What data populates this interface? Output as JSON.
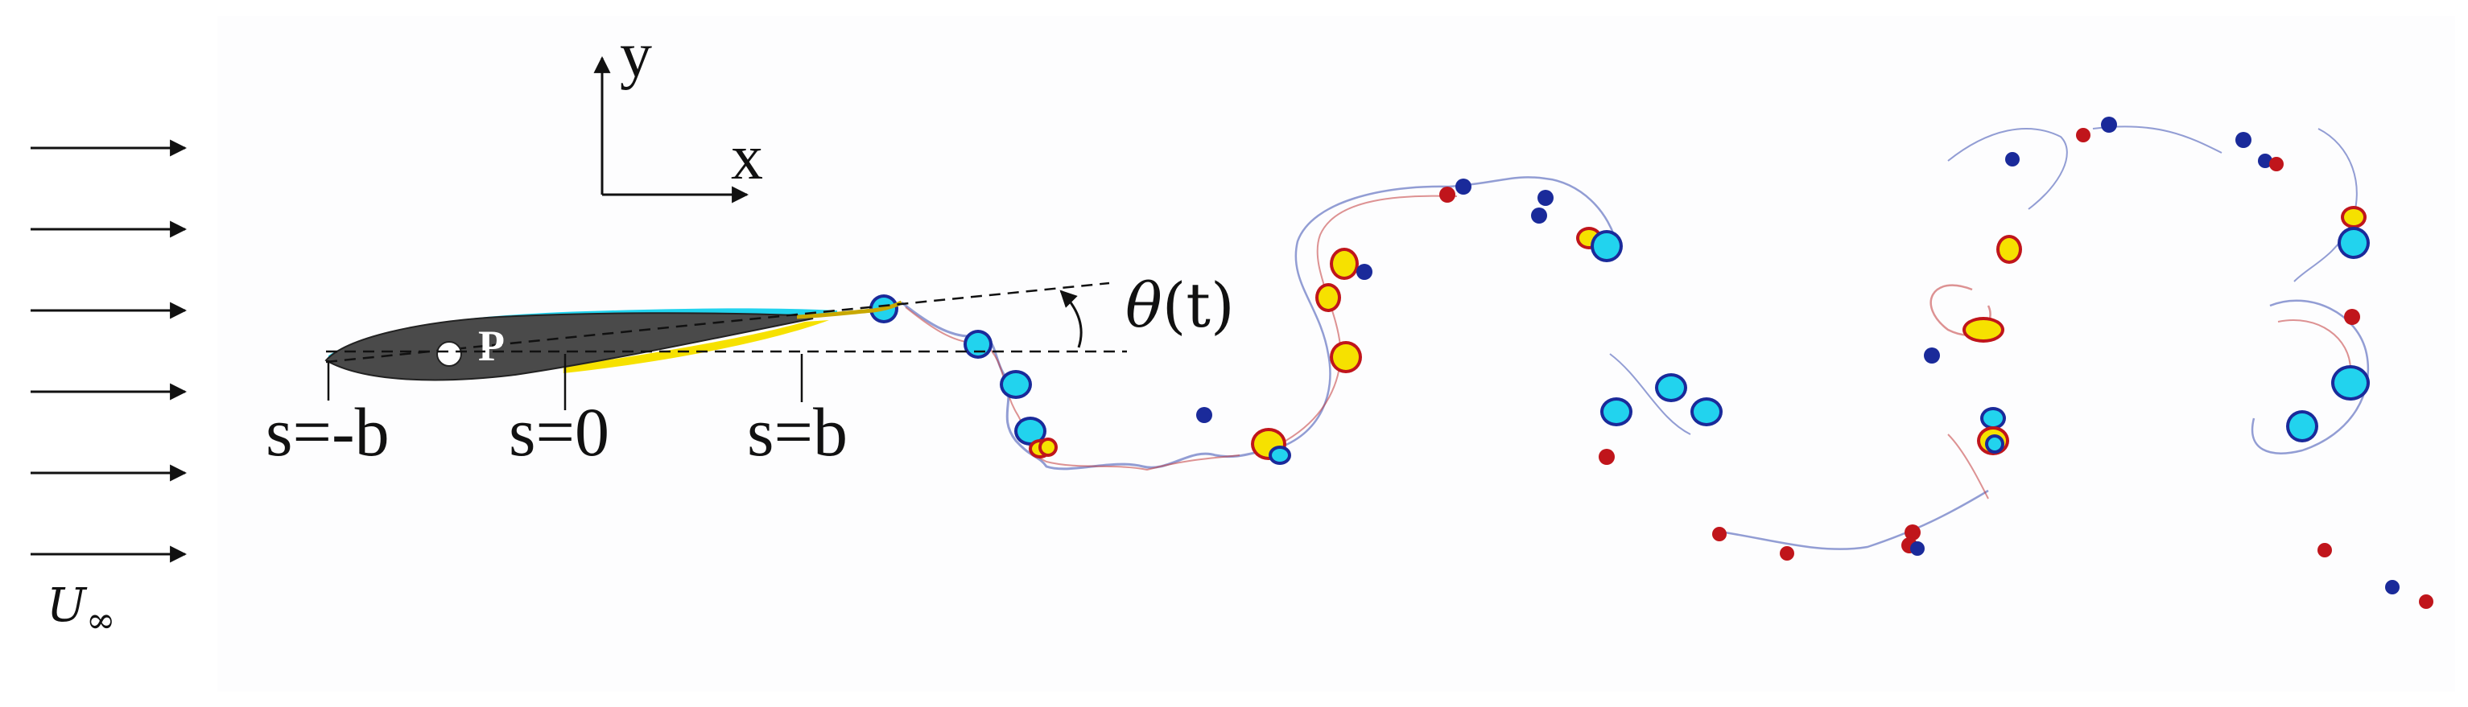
{
  "axes": {
    "x_label": "x",
    "y_label": "y"
  },
  "inflow": {
    "label_base": "U",
    "label_sub": "∞",
    "arrow_count": 6
  },
  "airfoil": {
    "pivot_label": "P",
    "stations": [
      "s=-b",
      "s=0",
      "s=b"
    ],
    "angle_label_fn": "θ",
    "angle_label_arg": "(t)"
  },
  "colors": {
    "airfoil_fill": "#4a4a4a",
    "vortex_positive_fill": "#f6e100",
    "vortex_positive_ring": "#c0151b",
    "vortex_negative_fill": "#22d3ee",
    "vortex_negative_ring": "#1a2a9a",
    "filament_red": "#c23b3b",
    "filament_blue": "#3b4fb0",
    "background": "#ffffff"
  }
}
